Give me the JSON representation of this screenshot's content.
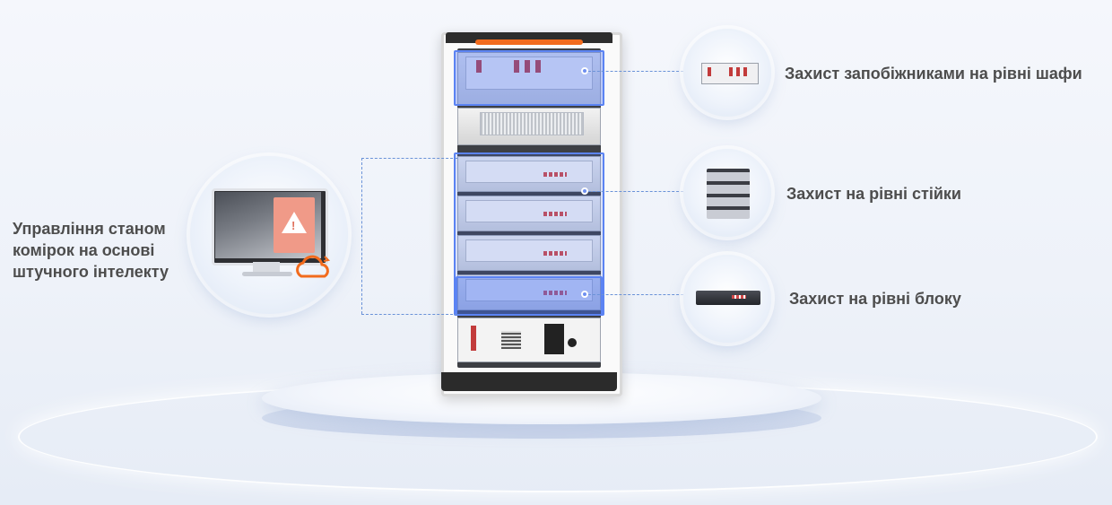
{
  "labels": {
    "ai_management": "Управління станом комірок на основі штучного інтелекту",
    "ai_management_lines": [
      "Управління станом",
      "комірок на основі",
      "штучного інтелекту"
    ],
    "cabinet_fuse": "Захист запобіжниками на рівні шафи",
    "rack_level": "Захист на рівні стійки",
    "block_level": "Захист на рівні блоку"
  },
  "icons": {
    "warning": "warning-triangle-icon",
    "cloud": "cloud-sync-icon"
  },
  "colors": {
    "highlight": "#5b83f3",
    "accent_orange": "#f26b1d",
    "text": "#4d4d4d"
  }
}
